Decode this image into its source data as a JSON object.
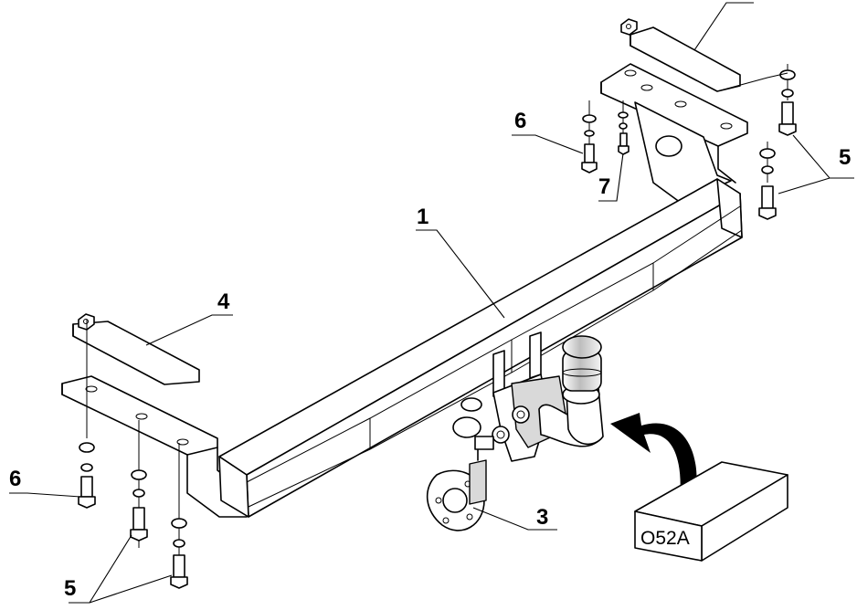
{
  "callouts": {
    "part1": "1",
    "part3": "3",
    "part4": "4",
    "part5_right": "5",
    "part5_left": "5",
    "part6_right": "6",
    "part6_left": "6",
    "part7": "7"
  },
  "package": {
    "code": "O52A"
  },
  "colors": {
    "line": "#000000",
    "shade": "#d9d9d9",
    "background": "#ffffff"
  }
}
